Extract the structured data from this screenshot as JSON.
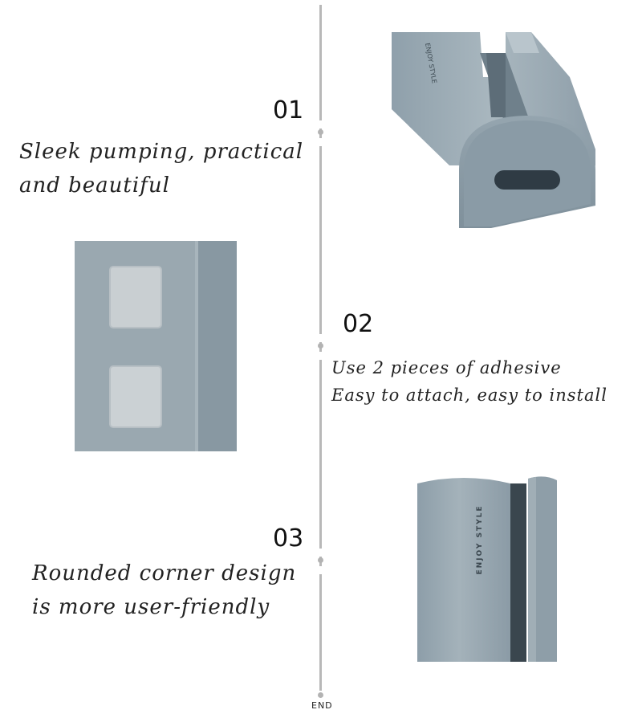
{
  "steps": [
    {
      "number": "01",
      "caption_line1": "Sleek pumping, practical",
      "caption_line2": "and beautiful"
    },
    {
      "number": "02",
      "caption_line1": "Use 2 pieces of adhesive",
      "caption_line2": "Easy to attach, easy to install"
    },
    {
      "number": "03",
      "caption_line1": "Rounded corner design",
      "caption_line2": "is more user-friendly"
    }
  ],
  "end_label": "END",
  "product_brand": "ENJOY STYLE",
  "product_color": "#93a3ad"
}
